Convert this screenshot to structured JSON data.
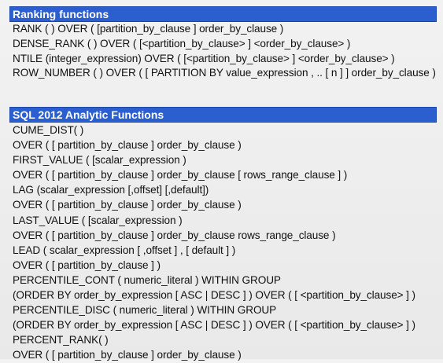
{
  "ranking": {
    "title": "Ranking functions",
    "lines": [
      "RANK ( ) OVER ( [partition_by_clause ] order_by_clause )",
      "DENSE_RANK ( ) OVER ( [<partition_by_clause> ] <order_by_clause> )",
      "NTILE (integer_expression) OVER ( [<partition_by_clause> ] <order_by_clause> )",
      "ROW_NUMBER ( )   OVER ( [ PARTITION BY value_expression , .. [ n ] ] order_by_clause )"
    ]
  },
  "analytic": {
    "title": "SQL 2012 Analytic Functions",
    "lines": [
      "CUME_DIST( )",
      "OVER ( [ partition_by_clause ] order_by_clause )",
      "FIRST_VALUE ( [scalar_expression )",
      "OVER ( [ partition_by_clause ] order_by_clause [ rows_range_clause ] )",
      "LAG (scalar_expression [,offset] [,default])",
      "OVER ( [ partition_by_clause ] order_by_clause )",
      "LAST_VALUE ( [scalar_expression )",
      "OVER ( [ partition_by_clause ] order_by_clause rows_range_clause )",
      "LEAD ( scalar_expression [ ,offset ] , [ default ] )",
      "OVER ( [ partition_by_clause ] )",
      "PERCENTILE_CONT ( numeric_literal ) WITHIN GROUP",
      "(ORDER BY order_by_expression [ ASC | DESC ] ) OVER ( [ <partition_by_clause> ] )",
      "PERCENTILE_DISC ( numeric_literal ) WITHIN GROUP",
      "(ORDER BY order_by_expression [ ASC | DESC ] ) OVER ( [ <partition_by_clause> ] )",
      "PERCENT_RANK( )",
      "OVER ( [ partition_by_clause ] order_by_clause )"
    ]
  }
}
